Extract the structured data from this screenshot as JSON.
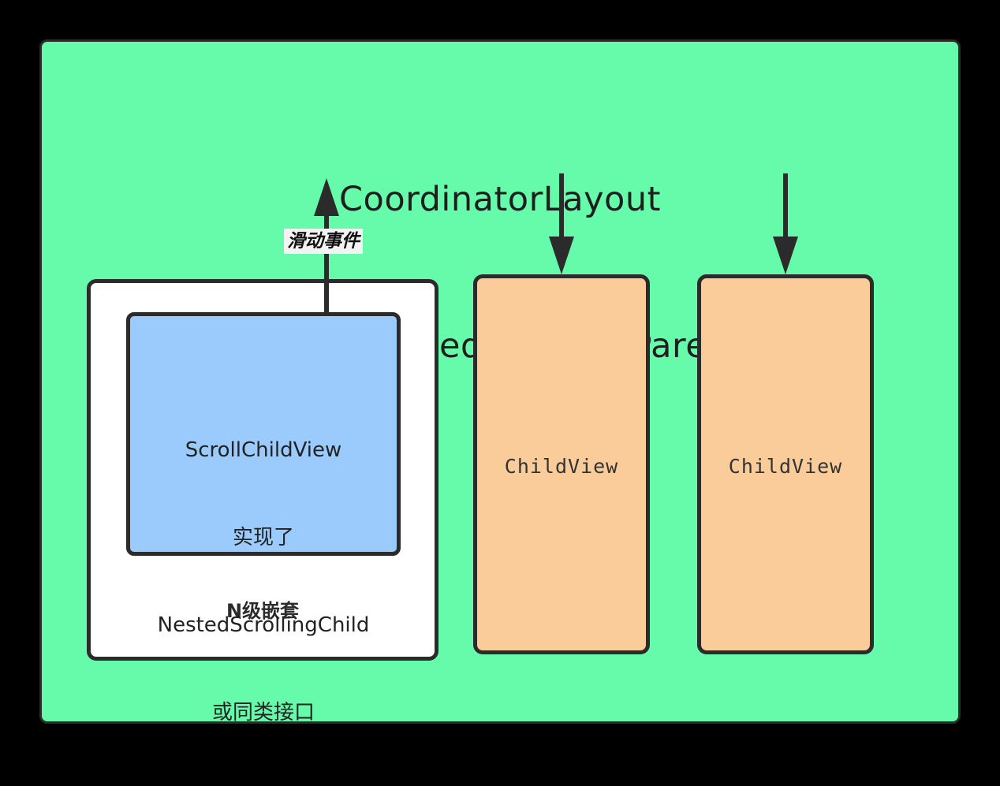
{
  "diagram": {
    "background_color": "#000000",
    "panel": {
      "name": "CoordinatorLayout panel",
      "fill": "#66FBAB",
      "stroke": "#2b2b2b"
    },
    "title": {
      "line1": "CoordinatorLayout",
      "line2": "实现了NestedScrollingParent"
    },
    "nested_container": {
      "fill": "#ffffff",
      "stroke": "#2b2b2b",
      "footer_label": "N级嵌套"
    },
    "scroll_child": {
      "fill": "#9BCBFC",
      "stroke": "#2b2b2b",
      "lines": [
        "ScrollChildView",
        "实现了",
        "NestedScrollingChild",
        "或同类接口"
      ]
    },
    "children": [
      {
        "label": "ChildView",
        "fill": "#FACC9A",
        "stroke": "#2b2b2b"
      },
      {
        "label": "ChildView",
        "fill": "#FACC9A",
        "stroke": "#2b2b2b"
      }
    ],
    "edges": [
      {
        "name": "scroll-event-edge",
        "label": "滑动事件",
        "direction": "up",
        "from": "ScrollChildView",
        "to": "CoordinatorLayout"
      },
      {
        "name": "child-edge-1",
        "label": "",
        "direction": "down",
        "from": "CoordinatorLayout",
        "to": "ChildView"
      },
      {
        "name": "child-edge-2",
        "label": "",
        "direction": "down",
        "from": "CoordinatorLayout",
        "to": "ChildView"
      }
    ]
  }
}
